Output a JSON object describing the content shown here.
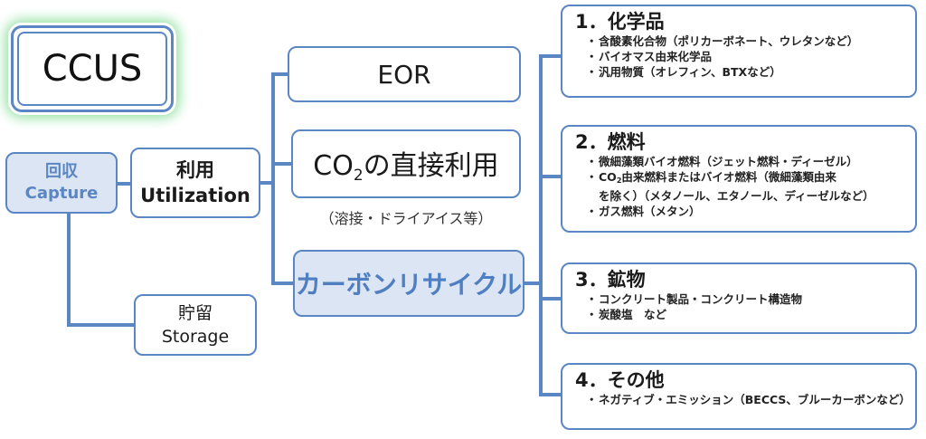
{
  "ccus": "CCUS",
  "capture": {
    "line1": "回収",
    "line2": "Capture"
  },
  "utilization": {
    "line1": "利用",
    "line2": "Utilization"
  },
  "storage": {
    "line1": "貯留",
    "line2": "Storage"
  },
  "eor": "EOR",
  "co2_direct": {
    "prefix": "CO",
    "sub": "2",
    "suffix": "の直接利用"
  },
  "co2_note": "（溶接・ドライアイス等）",
  "carbon_recycle": "カーボンリサイクル",
  "categories": [
    {
      "title": "1．化学品",
      "items": [
        "含酸素化合物（ポリカーボネート、ウレタンなど）",
        "バイオマス由来化学品",
        "汎用物質（オレフィン、BTXなど）"
      ]
    },
    {
      "title": "2．燃料",
      "items": [
        "微細藻類バイオ燃料（ジェット燃料・ディーゼル）",
        "由来燃料またはバイオ燃料（微細藻類由来",
        "を除く）（メタノール、エタノール、ディーゼルなど）",
        "ガス燃料（メタン）"
      ],
      "co2_prefix": "CO",
      "co2_sub": "2"
    },
    {
      "title": "3．鉱物",
      "items": [
        "コンクリート製品・コンクリート構造物",
        "炭酸塩　など"
      ]
    },
    {
      "title": "4．その他",
      "items": [
        "ネガティブ・エミッション（BECCS、ブルーカーボンなど）"
      ]
    }
  ],
  "colors": {
    "border": "#5b86c4",
    "highlight_fill": "#dbe5f3",
    "glow": "#8fe0a0"
  }
}
